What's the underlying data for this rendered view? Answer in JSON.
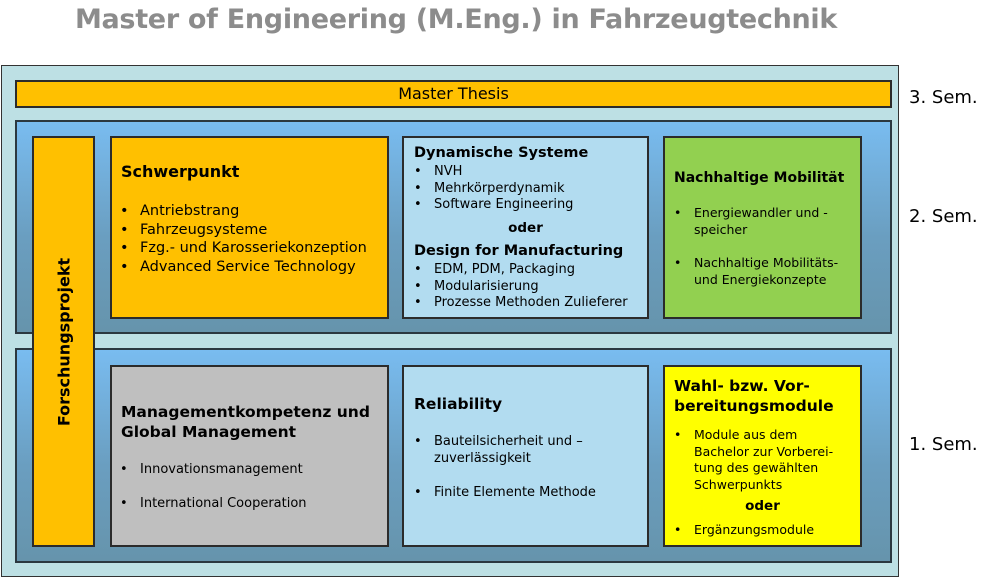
{
  "title": "Master of Engineering (M.Eng.) in Fahrzeugtechnik",
  "colors": {
    "orange": "#ffc000",
    "light_blue": "#b2dcf0",
    "green": "#92d050",
    "gray": "#bfbfbf",
    "yellow": "#ffff00",
    "outer_bg": "#bde0e4",
    "title_gray": "#8c8c8c"
  },
  "semesters": {
    "sem3": "3. Sem.",
    "sem2": "2. Sem.",
    "sem1": "1. Sem."
  },
  "thesis": "Master Thesis",
  "forschungsprojekt": "Forschungsprojekt",
  "semester2": {
    "schwerpunkt": {
      "heading": "Schwerpunkt",
      "items": [
        "Antriebstrang",
        "Fahrzeugsysteme",
        "Fzg.- und Karosseriekonzeption",
        "Advanced Service Technology"
      ]
    },
    "dynamik": {
      "heading": "Dynamische Systeme",
      "items": [
        "NVH",
        "Mehrkörperdynamik",
        "Software Engineering"
      ],
      "oder": "oder",
      "heading2": "Design for Manufacturing",
      "items2": [
        "EDM, PDM, Packaging",
        "Modularisierung",
        "Prozesse Methoden Zulieferer"
      ]
    },
    "nachhaltig": {
      "heading": "Nachhaltige Mobilität",
      "items": [
        "Energiewandler und -speicher",
        "Nachhaltige Mobilitäts- und Energiekonzepte"
      ]
    }
  },
  "semester1": {
    "management": {
      "heading": "Managementkompetenz und Global Management",
      "items": [
        "Innovationsmanagement",
        "International Cooperation"
      ]
    },
    "reliability": {
      "heading": "Reliability",
      "items": [
        "Bauteilsicherheit und –zuverlässigkeit",
        "Finite Elemente Methode"
      ]
    },
    "wahl": {
      "heading": "Wahl- bzw. Vor-bereitungsmodule",
      "items": [
        "Module aus dem Bachelor zur Vorberei-tung des gewählten Schwerpunkts"
      ],
      "oder": "oder",
      "items2": [
        "Ergänzungsmodule"
      ]
    }
  }
}
